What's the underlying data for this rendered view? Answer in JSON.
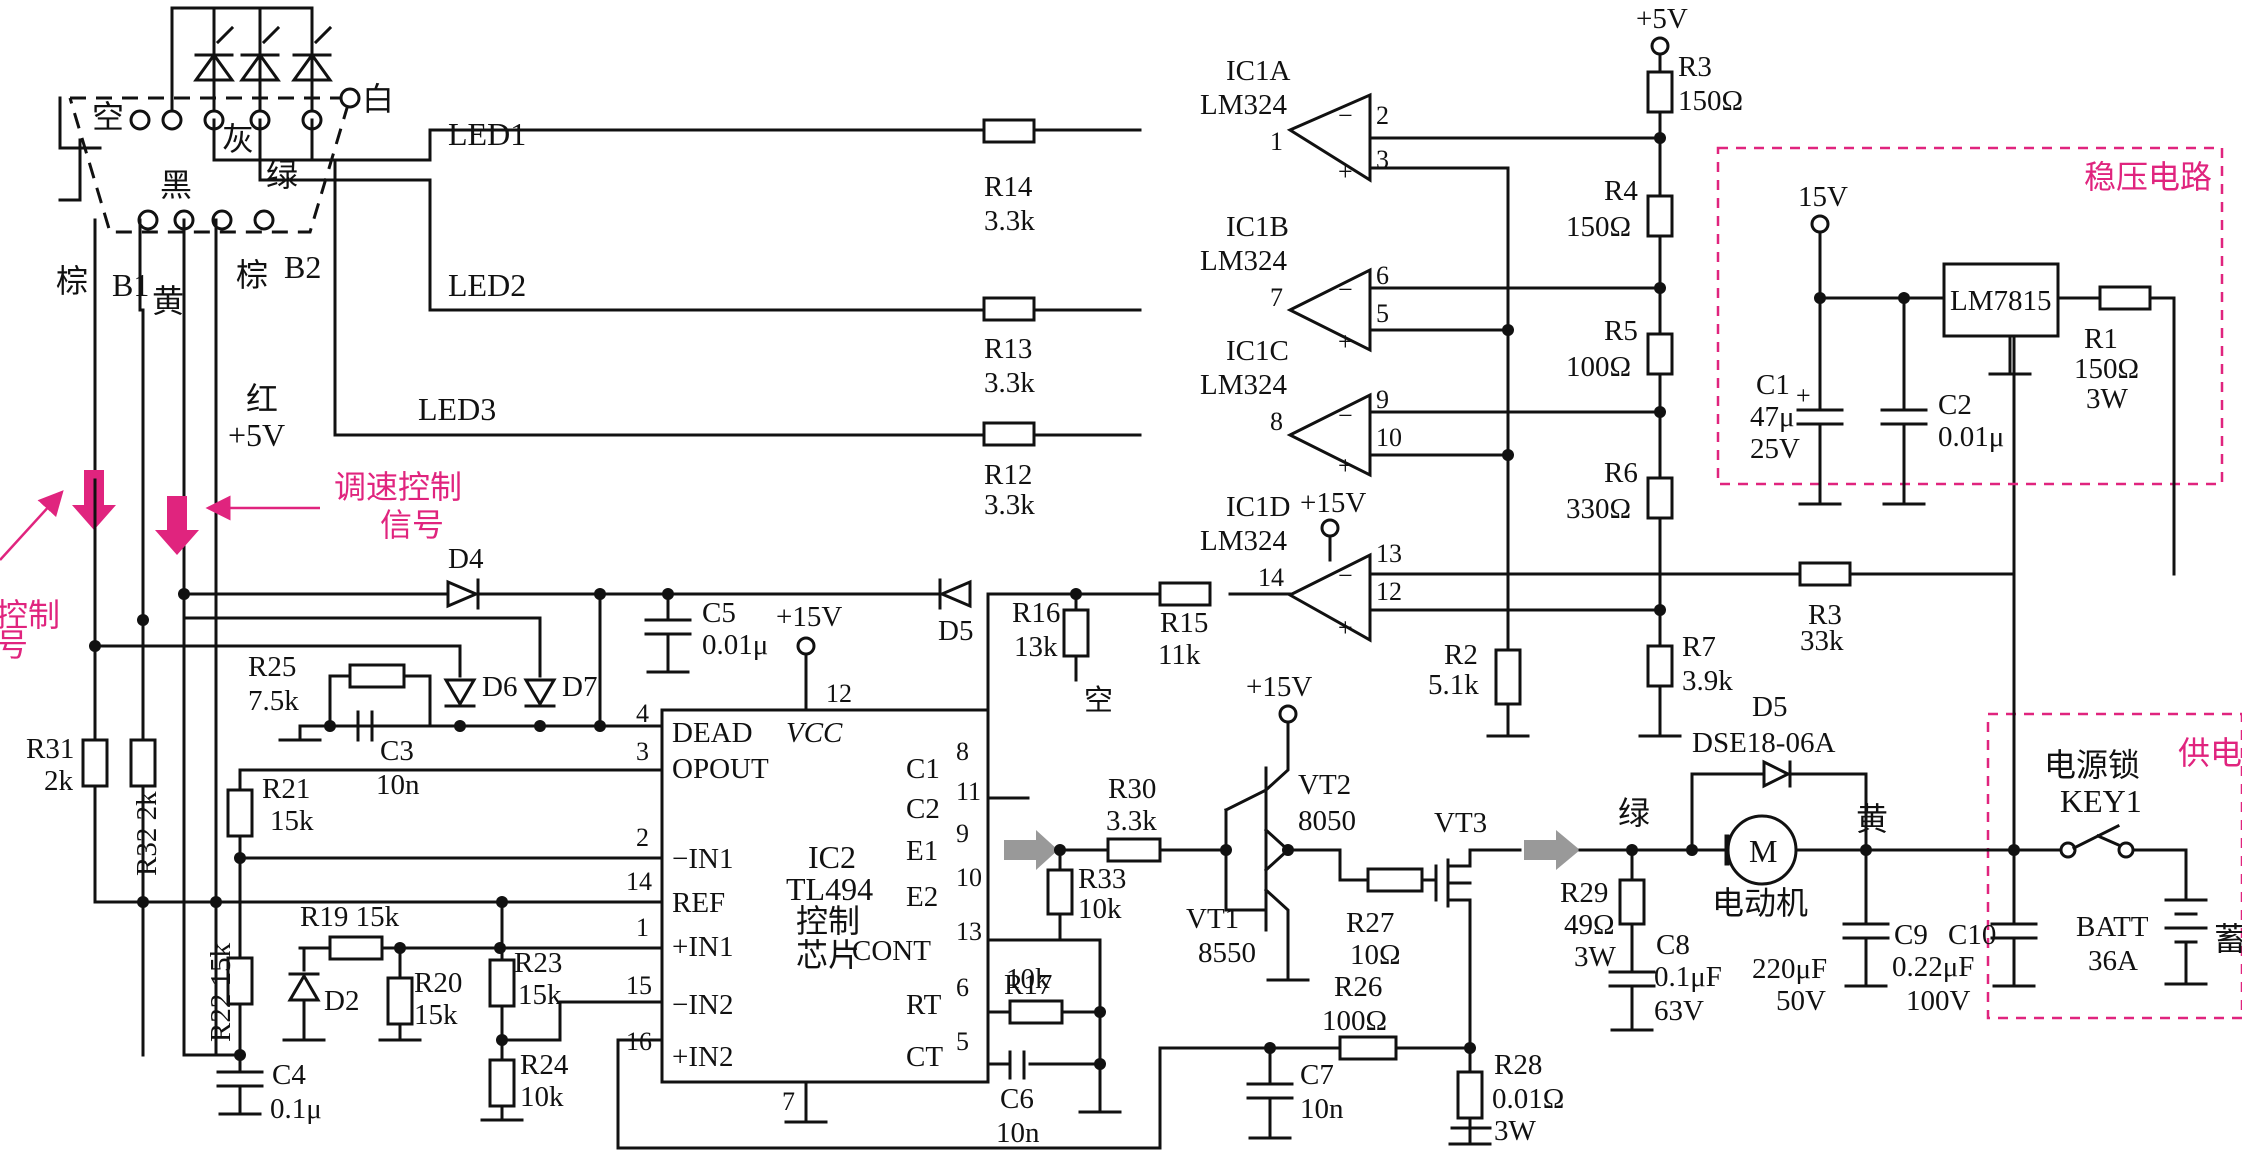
{
  "supply": {
    "v5": "+5V",
    "v15": "+15V",
    "v15b": "15V"
  },
  "connector": {
    "empty": "空",
    "gray": "灰",
    "white": "白",
    "black": "黑",
    "green": "绿",
    "brown_l": "棕",
    "b1": "B1",
    "yellow": "黄",
    "brown_r": "棕",
    "b2": "B2",
    "red": "红",
    "red_v": "+5V"
  },
  "nets": {
    "led1": "LED1",
    "led2": "LED2",
    "led3": "LED3"
  },
  "opamps": [
    {
      "name": "IC1A",
      "part": "LM324",
      "out": "1",
      "inv": "2",
      "ninv": "3"
    },
    {
      "name": "IC1B",
      "part": "LM324",
      "out": "7",
      "inv": "6",
      "ninv": "5"
    },
    {
      "name": "IC1C",
      "part": "LM324",
      "out": "8",
      "inv": "9",
      "ninv": "10"
    },
    {
      "name": "IC1D",
      "part": "LM324",
      "out": "14",
      "inv": "13",
      "ninv": "12"
    }
  ],
  "ic2": {
    "name": "IC2",
    "part": "TL494",
    "desc1": "控制",
    "desc2": "芯片",
    "vcc": "VCC",
    "pins_left": [
      {
        "label": "DEAD",
        "num": "4"
      },
      {
        "label": "OPOUT",
        "num": "3"
      },
      {
        "label": "−IN1",
        "num": "2"
      },
      {
        "label": "REF",
        "num": "14"
      },
      {
        "label": "+IN1",
        "num": "1"
      },
      {
        "label": "−IN2",
        "num": "15"
      },
      {
        "label": "+IN2",
        "num": "16"
      }
    ],
    "pins_right": [
      {
        "label": "C1",
        "num": "8"
      },
      {
        "label": "C2",
        "num": "11"
      },
      {
        "label": "E1",
        "num": "9"
      },
      {
        "label": "E2",
        "num": "10"
      },
      {
        "label": "CONT",
        "num": "13"
      },
      {
        "label": "RT",
        "num": "6"
      },
      {
        "label": "CT",
        "num": "5"
      }
    ],
    "pin_top": "12",
    "pin_bottom": "7"
  },
  "resistors": {
    "R14": {
      "name": "R14",
      "val": "3.3k"
    },
    "R13": {
      "name": "R13",
      "val": "3.3k"
    },
    "R12": {
      "name": "R12",
      "val": "3.3k"
    },
    "R3a": {
      "name": "R3",
      "val": "150Ω"
    },
    "R4": {
      "name": "R4",
      "val": "150Ω"
    },
    "R5": {
      "name": "R5",
      "val": "100Ω"
    },
    "R6": {
      "name": "R6",
      "val": "330Ω"
    },
    "R7": {
      "name": "R7",
      "val": "3.9k"
    },
    "R2": {
      "name": "R2",
      "val": "5.1k"
    },
    "R3b": {
      "name": "R3",
      "val": "33k"
    },
    "R16": {
      "name": "R16",
      "val": "13k"
    },
    "R15": {
      "name": "R15",
      "val": "11k"
    },
    "R25": {
      "name": "R25",
      "val": "7.5k"
    },
    "R31": {
      "name": "R31",
      "val": "2k"
    },
    "R32": {
      "name": "R32 2k"
    },
    "R21": {
      "name": "R21",
      "val": "15k"
    },
    "R22": {
      "name": "R22 15k"
    },
    "R19": {
      "name": "R19 15k"
    },
    "R20": {
      "name": "R20",
      "val": "15k"
    },
    "R23": {
      "name": "R23",
      "val": "15k"
    },
    "R24": {
      "name": "R24",
      "val": "10k"
    },
    "R17": {
      "name": "R17",
      "val": "10k"
    },
    "R30": {
      "name": "R30",
      "val": "3.3k"
    },
    "R33": {
      "name": "R33",
      "val": "10k"
    },
    "R27": {
      "name": "R27",
      "val": "10Ω"
    },
    "R26": {
      "name": "R26",
      "val": "100Ω"
    },
    "R28": {
      "name": "R28",
      "val": "0.01Ω",
      "pw": "3W"
    },
    "R29": {
      "name": "R29",
      "val": "49Ω",
      "pw": "3W"
    },
    "R1": {
      "name": "R1",
      "val": "150Ω",
      "pw": "3W"
    }
  },
  "caps": {
    "C5": {
      "name": "C5",
      "val": "0.01μ"
    },
    "C3": {
      "name": "C3",
      "val": "10n"
    },
    "C4": {
      "name": "C4",
      "val": "0.1μ"
    },
    "C6": {
      "name": "C6",
      "val": "10n"
    },
    "C7": {
      "name": "C7",
      "val": "10n"
    },
    "C8": {
      "name": "C8",
      "val": "0.1μF",
      "v": "63V"
    },
    "C9": {
      "name": "C9",
      "val": "220μF",
      "v": "50V"
    },
    "C10": {
      "name": "C10",
      "val": "0.22μF",
      "v": "100V"
    },
    "C1": {
      "name": "C1",
      "val": "47μ",
      "v": "25V"
    },
    "C2": {
      "name": "C2",
      "val": "0.01μ"
    }
  },
  "diodes": {
    "D4": "D4",
    "D5a": "D5",
    "D6": "D6",
    "D7": "D7",
    "D2": "D2",
    "D5b": "D5",
    "D5b_part": "DSE18-06A"
  },
  "transistors": {
    "VT1": "VT1",
    "VT1p": "8550",
    "VT2": "VT2",
    "VT2p": "8050",
    "VT3": "VT3"
  },
  "misc": {
    "nc1": "空",
    "speed1": "调速控制",
    "speed2": "信号",
    "ctrl_frag1": "控制",
    "ctrl_frag2": "号",
    "motor": "M",
    "motor_label": "电动机",
    "green": "绿",
    "yellow": "黄",
    "lock": "电源锁",
    "key": "KEY1",
    "batt": "BATT",
    "batt_v": "36A",
    "batt_frag": "蓄",
    "reg_title": "稳压电路",
    "reg_part": "LM7815",
    "sup_title": "供电",
    "plus": "+"
  },
  "colors": {
    "accent": "#e0247e",
    "line": "#111111"
  }
}
